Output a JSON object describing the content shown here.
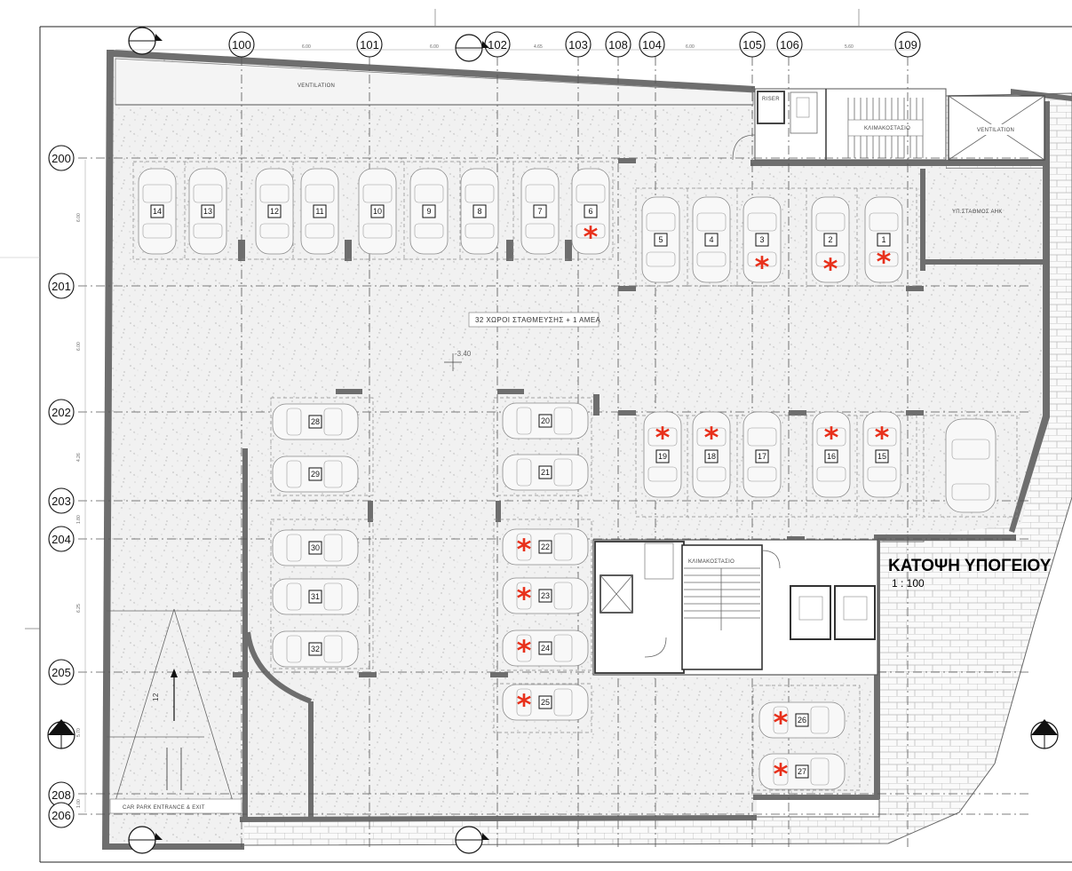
{
  "drawing": {
    "title": "ΚΑΤΟΨΗ ΥΠΟΓΕΙΟΥ",
    "scale": "1 : 100",
    "capacity_label": "32 ΧΩΡΟΙ ΣΤΑΘΜΕΥΣΗΣ + 1 ΑΜΕΑ",
    "level": "-3.40",
    "colors": {
      "accessible_marker": "#e8311c",
      "wall": "#6e6e6e",
      "ink": "#111111"
    }
  },
  "grid": {
    "vertical": [
      "100",
      "101",
      "102",
      "103",
      "108",
      "104",
      "105",
      "106",
      "109"
    ],
    "horizontal": [
      "200",
      "201",
      "202",
      "203",
      "204",
      "205",
      "208",
      "206"
    ]
  },
  "rooms": {
    "ventilation_top": "VENTILATION",
    "ventilation_right": "VENTILATION",
    "riser": "RISER",
    "stair_upper": "ΚΛΙΜΑΚΟΣΤΑΣΙΟ",
    "stair_lower": "ΚΛΙΜΑΚΟΣΤΑΣΙΟ",
    "store": "ΥΠ.ΣΤΑΘΜΟΣ ΑΗΚ",
    "entrance": "CAR PARK ENTRANCE & EXIT",
    "ramp_marker": "12"
  },
  "parking": [
    {
      "n": "14",
      "acc": false
    },
    {
      "n": "13",
      "acc": false
    },
    {
      "n": "12",
      "acc": false
    },
    {
      "n": "11",
      "acc": false
    },
    {
      "n": "10",
      "acc": false
    },
    {
      "n": "9",
      "acc": false
    },
    {
      "n": "8",
      "acc": false
    },
    {
      "n": "7",
      "acc": false
    },
    {
      "n": "6",
      "acc": true
    },
    {
      "n": "5",
      "acc": false
    },
    {
      "n": "4",
      "acc": false
    },
    {
      "n": "3",
      "acc": true
    },
    {
      "n": "2",
      "acc": true
    },
    {
      "n": "1",
      "acc": true
    },
    {
      "n": "19",
      "acc": true
    },
    {
      "n": "18",
      "acc": true
    },
    {
      "n": "17",
      "acc": false
    },
    {
      "n": "16",
      "acc": true
    },
    {
      "n": "15",
      "acc": true
    },
    {
      "n": "28",
      "acc": false
    },
    {
      "n": "29",
      "acc": false
    },
    {
      "n": "30",
      "acc": false
    },
    {
      "n": "31",
      "acc": false
    },
    {
      "n": "32",
      "acc": false
    },
    {
      "n": "20",
      "acc": false
    },
    {
      "n": "21",
      "acc": false
    },
    {
      "n": "22",
      "acc": true
    },
    {
      "n": "23",
      "acc": true
    },
    {
      "n": "24",
      "acc": true
    },
    {
      "n": "25",
      "acc": true
    },
    {
      "n": "26",
      "acc": true
    },
    {
      "n": "27",
      "acc": true
    }
  ]
}
